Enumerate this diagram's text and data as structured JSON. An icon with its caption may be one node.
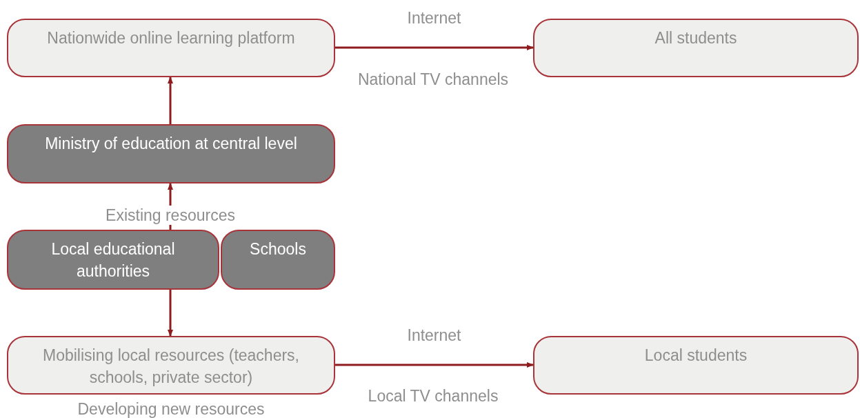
{
  "diagram": {
    "nodes": [
      {
        "text": [
          "Nationwide online learning platform"
        ]
      },
      {
        "text": [
          "All students"
        ]
      },
      {
        "text": [
          "Ministry of education at central level"
        ]
      },
      {
        "text": [
          "Local educational authorities"
        ]
      },
      {
        "text": [
          "Schools"
        ]
      },
      {
        "text": [
          "Mobilising local resources (teachers, schools, private sector)"
        ],
        "beside": [
          "Developing new resources"
        ]
      },
      {
        "text": [
          "Local students"
        ]
      }
    ],
    "edges": [
      {
        "from": 0,
        "to": 1,
        "arrow": "to",
        "label": "Internet"
      },
      {
        "from": 2,
        "to": 0,
        "arrow": "to"
      },
      {
        "from": 3,
        "to": 2,
        "arrow": "to",
        "label": "Existing resources"
      },
      {
        "from": 3,
        "to": 5,
        "arrow": "to"
      },
      {
        "from": 5,
        "to": 6,
        "arrow": "to",
        "label": "Internet"
      }
    ],
    "labels": [
      "National TV channels",
      "Local TV channels"
    ]
  }
}
